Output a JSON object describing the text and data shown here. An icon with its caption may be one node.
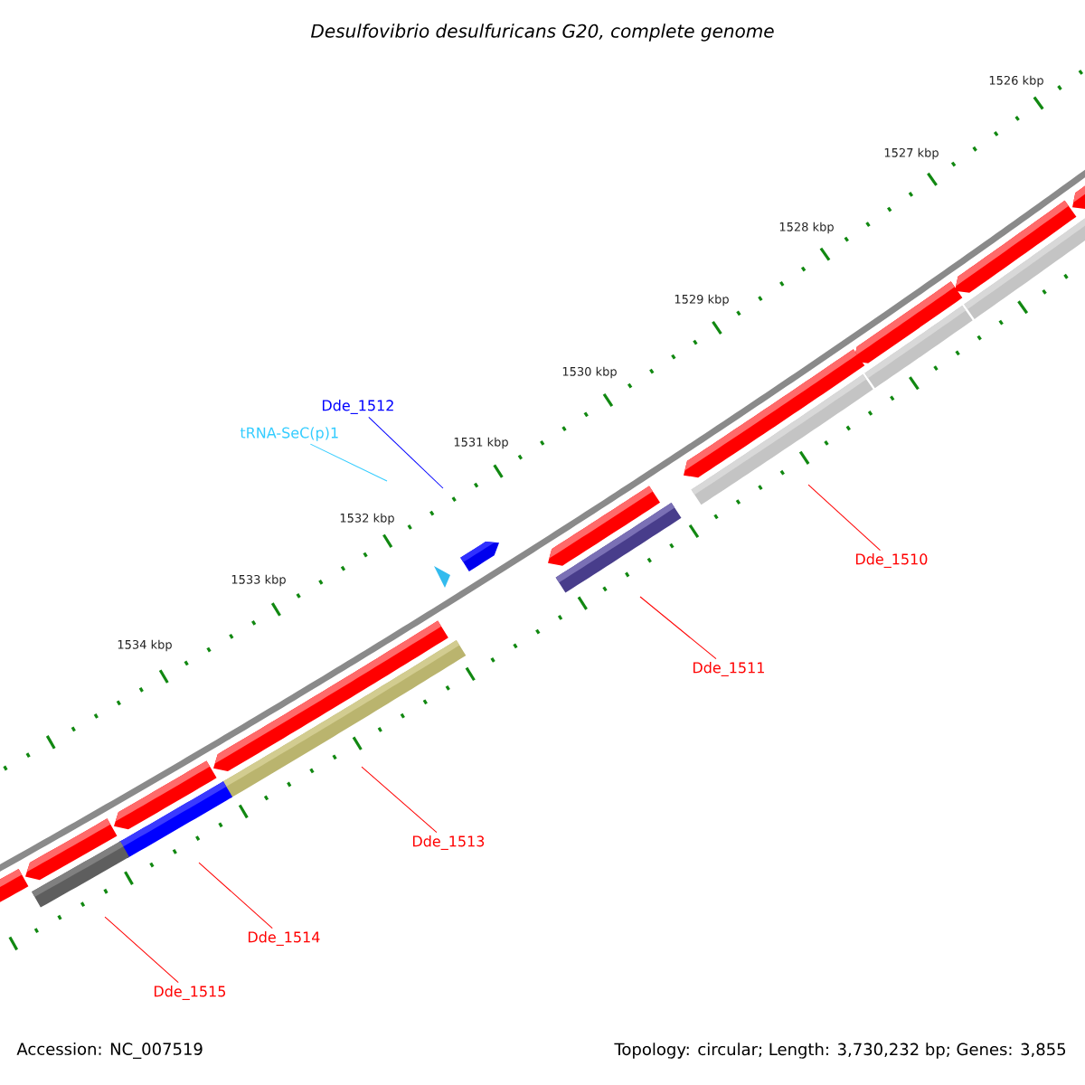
{
  "diagram": {
    "title": "*Desulfovibrio desulfuricans* G20, complete genome",
    "nodes": [
      {
        "text": [
          "Dde_1512"
        ]
      },
      {
        "text": [
          "tRNA-SeC(p)1"
        ]
      },
      {
        "text": [
          "Dde_1510"
        ]
      },
      {
        "text": [
          "Dde_1511"
        ]
      },
      {
        "text": [
          "Dde_1513"
        ]
      },
      {
        "text": [
          "Dde_1514"
        ]
      },
      {
        "text": [
          "Dde_1515"
        ]
      }
    ],
    "edges": [
      {
        "from": 0,
        "to": null,
        "arrow": "none",
        "color": "#0000ff"
      },
      {
        "from": 1,
        "to": null,
        "arrow": "none",
        "color": "#33ccff"
      },
      {
        "from": 2,
        "to": null,
        "arrow": "none"
      },
      {
        "from": 3,
        "to": null,
        "arrow": "none"
      },
      {
        "from": 4,
        "to": null,
        "arrow": "none"
      },
      {
        "from": 5,
        "to": null,
        "arrow": "none"
      },
      {
        "from": 6,
        "to": null,
        "arrow": "none"
      }
    ],
    "labels": [
      "1526 kbp",
      "1527 kbp",
      "1528 kbp",
      "1529 kbp",
      "1530 kbp",
      "1531 kbp",
      "1532 kbp",
      "1533 kbp",
      "1534 kbp",
      "Accession: NC_007519",
      "Topology: circular; Length: 3,730,232 bp; Genes: 3,855"
    ]
  }
}
